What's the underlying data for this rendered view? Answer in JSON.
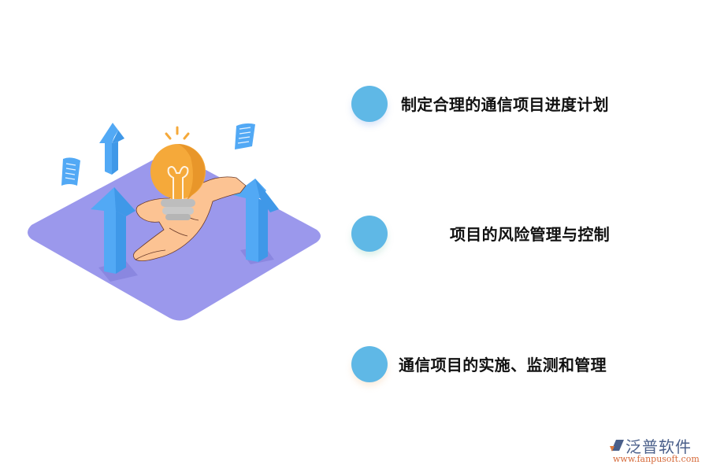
{
  "illustration": {
    "description": "Isometric purple platform with blue upward arrows, hand holding light bulb, flying documents",
    "colors": {
      "platform": "#9b98ec",
      "arrow": "#52a9f5",
      "arrow_side": "#3f98e8",
      "bulb": "#f5a93a",
      "bulb_shade": "#e8962a",
      "bulb_base": "#c4c4c4",
      "hand": "#fcc393",
      "document": "#52a9f5"
    }
  },
  "items": [
    {
      "label": "制定合理的通信项目进度计划",
      "dot_color": "#5fb8e6"
    },
    {
      "label": "项目的风险管理与控制",
      "dot_color": "#5fb8e6"
    },
    {
      "label": "通信项目的实施、监测和管理",
      "dot_color": "#5fb8e6"
    }
  ],
  "logo": {
    "brand": "泛普软件",
    "url": "www.fanpusoft.com"
  }
}
